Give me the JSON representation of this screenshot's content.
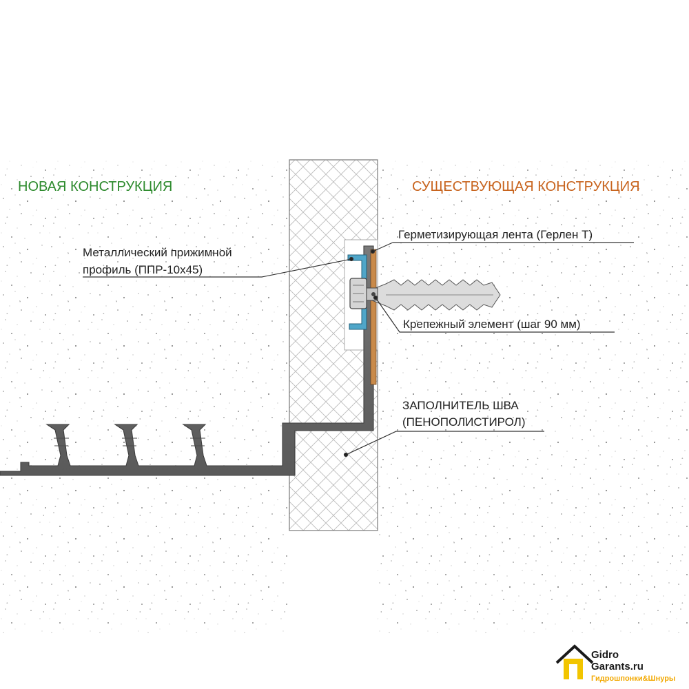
{
  "headings": {
    "new_construction": "НОВАЯ КОНСТРУКЦИЯ",
    "existing_construction": "СУЩЕСТВУЮЩАЯ КОНСТРУКЦИЯ"
  },
  "labels": {
    "sealing_tape": "Герметизирующая лента  (Герлен Т)",
    "metal_profile_line1": "Металлический прижимной",
    "metal_profile_line2": "профиль  (ППР-10х45)",
    "fastener": "Крепежный элемент (шаг 90 мм)",
    "joint_filler_line1": "ЗАПОЛНИТЕЛЬ  ШВА",
    "joint_filler_line2": "(ПЕНОПОЛИСТИРОЛ)"
  },
  "logo": {
    "line1": "Gidro",
    "line2": "Garants.ru",
    "tagline": "Гидрошпонки&Шнуры"
  },
  "colors": {
    "new_heading": "#2e8b2e",
    "existing_heading": "#c8641e",
    "waterstop": "#6e6e6e",
    "metal_profile": "#4fa6c9",
    "sealing_tape": "#c98a4a",
    "logo_yellow": "#f2c500",
    "logo_blue": "#1e5ba8"
  }
}
